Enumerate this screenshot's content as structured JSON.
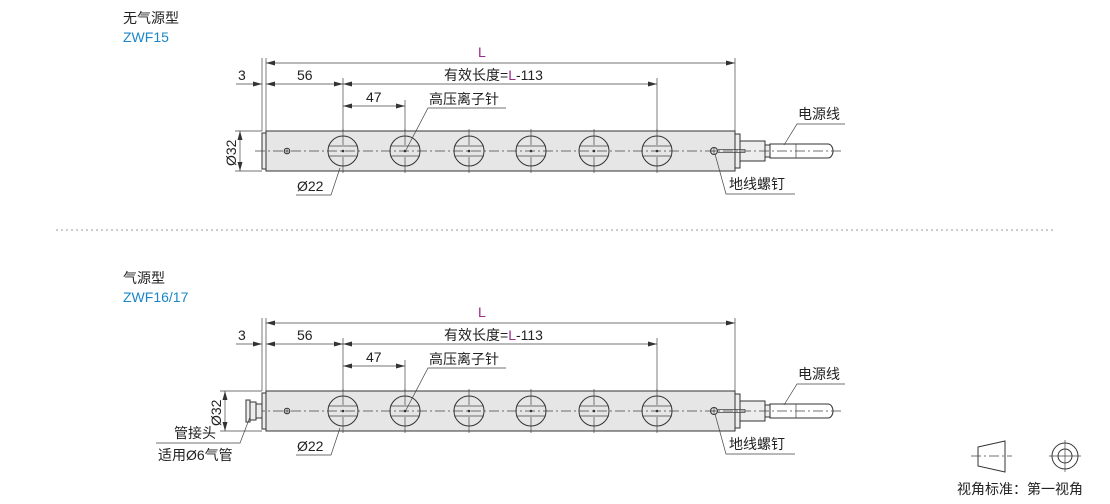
{
  "drawings": [
    {
      "title": "无气源型",
      "model": "ZWF15",
      "dim_L": "L",
      "dim_3": "3",
      "dim_56": "56",
      "effective_prefix": "有效长度=",
      "effective_L": "L",
      "effective_suffix": "-113",
      "dim_47": "47",
      "label_needle": "高压离子针",
      "label_diameter_body": "Ø32",
      "label_diameter_hole": "Ø22",
      "label_ground_screw": "地线螺钉",
      "label_power_cable": "电源线",
      "hole_count": 6
    },
    {
      "title": "气源型",
      "model": "ZWF16/17",
      "dim_L": "L",
      "dim_3": "3",
      "dim_56": "56",
      "effective_prefix": "有效长度=",
      "effective_L": "L",
      "effective_suffix": "-113",
      "dim_47": "47",
      "label_needle": "高压离子针",
      "label_diameter_body": "Ø32",
      "label_diameter_hole": "Ø22",
      "label_ground_screw": "地线螺钉",
      "label_power_cable": "电源线",
      "label_fitting": "管接头",
      "label_fitting_note": "适用Ø6气管",
      "hole_count": 6
    }
  ],
  "projection": {
    "label": "视角标准：第一视角",
    "icon": "first-angle-projection-icon"
  },
  "colors": {
    "model": "#1a86c8",
    "L_highlight": "#9b2a8a",
    "text": "#222222"
  }
}
